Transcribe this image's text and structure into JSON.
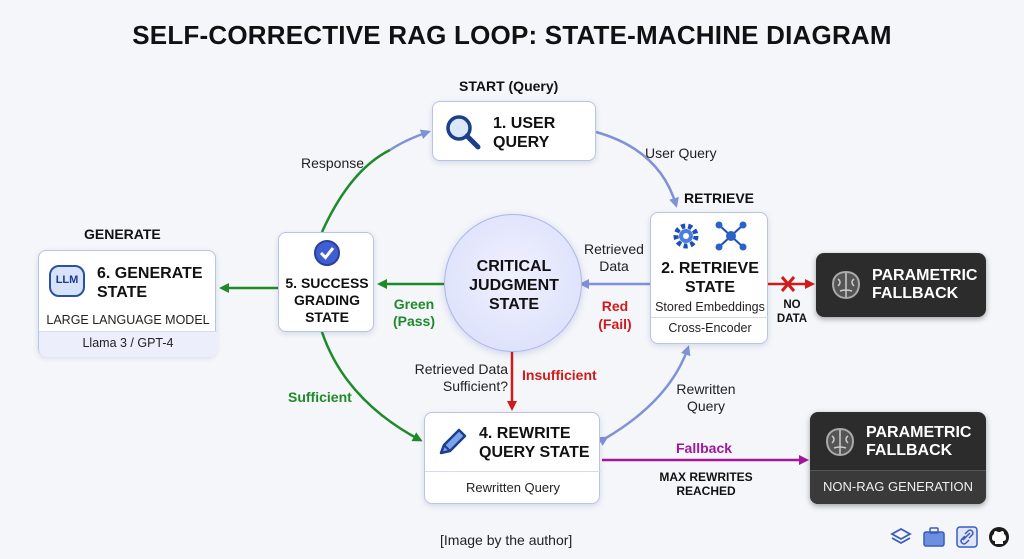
{
  "title": "SELF-CORRECTIVE RAG LOOP: STATE-MACHINE DIAGRAM",
  "start_label": "START (Query)",
  "retrieve_label": "RETRIEVE",
  "generate_label": "GENERATE",
  "nodes": {
    "user_query": {
      "line1": "1. USER",
      "line2": "QUERY"
    },
    "retrieve_state": {
      "line1": "2. RETRIEVE",
      "line2": "STATE",
      "sub1": "Stored Embeddings",
      "sub2": "Cross-Encoder"
    },
    "critical": {
      "line1": "CRITICAL",
      "line2": "JUDGMENT",
      "line3": "STATE"
    },
    "rewrite": {
      "line1": "4. REWRITE",
      "line2": "QUERY STATE",
      "sub": "Rewritten Query"
    },
    "success": {
      "line1": "5. SUCCESS",
      "line2": "GRADING",
      "line3": "STATE"
    },
    "generate": {
      "line1": "6. GENERATE",
      "line2": "STATE",
      "sub1": "LARGE LANGUAGE MODEL",
      "sub2": "Llama 3 / GPT-4",
      "icon_text": "LLM"
    },
    "fallback_top": {
      "line1": "PARAMETRIC",
      "line2": "FALLBACK"
    },
    "fallback_bottom": {
      "line1": "PARAMETRIC",
      "line2": "FALLBACK",
      "sub": "NON-RAG GENERATION"
    }
  },
  "edges": {
    "response": "Response",
    "user_query": "User Query",
    "retrieved_data_1": "Retrieved",
    "retrieved_data_2": "Data",
    "red_1": "Red",
    "red_2": "(Fail)",
    "green_1": "Green",
    "green_2": "(Pass)",
    "no_data_1": "NO",
    "no_data_2": "DATA",
    "retrieved_sufficient_1": "Retrieved Data",
    "retrieved_sufficient_2": "Sufficient?",
    "insufficient": "Insufficient",
    "sufficient": "Sufficient",
    "rewritten_query_1": "Rewritten",
    "rewritten_query_2": "Query",
    "fallback": "Fallback",
    "max_rewrites_1": "MAX REWRITES",
    "max_rewrites_2": "REACHED"
  },
  "footer": "[Image by the author]",
  "colors": {
    "green": "#1f8a2a",
    "red": "#d11a1a",
    "blue_arrow": "#7f92d6",
    "purple": "#a2179a",
    "dark_box": "#2c2c2c"
  },
  "corner_icons": [
    "layers-icon",
    "briefcase-icon",
    "link-icon",
    "github-icon"
  ]
}
